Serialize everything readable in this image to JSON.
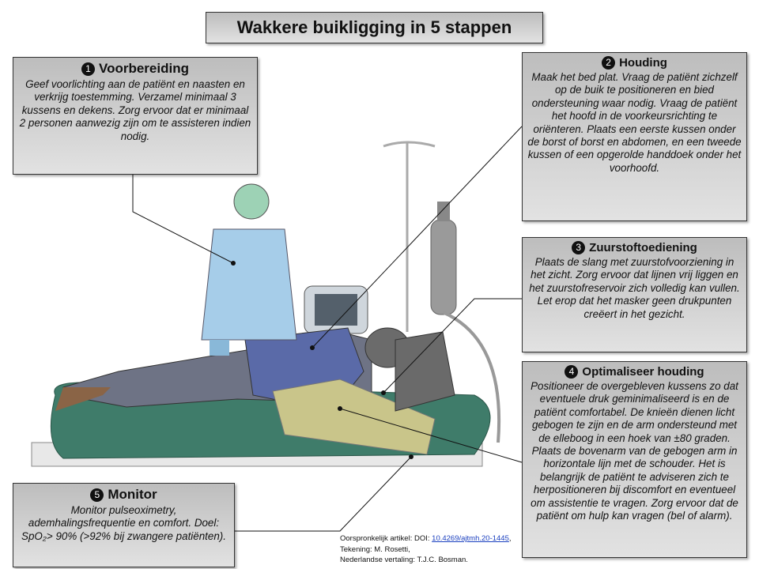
{
  "title": "Wakkere buikligging in 5 stappen",
  "steps": [
    {
      "number": "1",
      "heading": "Voorbereiding",
      "text": "Geef voorlichting aan de patiënt en naasten en verkrijg toestemming. Verzamel minimaal 3 kussens en dekens. Zorg ervoor dat er minimaal 2 personen aanwezig zijn om te assisteren indien nodig."
    },
    {
      "number": "2",
      "heading": "Houding",
      "text": "Maak het bed plat. Vraag de patiënt zichzelf op de buik te positioneren en bied ondersteuning waar nodig. Vraag de patiënt het hoofd in de voorkeursrichting te oriënteren. Plaats een eerste kussen onder de borst of borst en abdomen, en een tweede kussen of een opgerolde handdoek onder het voorhoofd."
    },
    {
      "number": "3",
      "heading": "Zuurstoftoediening",
      "text": "Plaats de slang met zuurstofvoorziening in het zicht. Zorg ervoor dat lijnen vrij liggen en het zuurstofreservoir zich volledig kan vullen. Let erop dat het masker geen drukpunten creëert in het gezicht."
    },
    {
      "number": "4",
      "heading": "Optimaliseer houding",
      "text": "Positioneer de overgebleven kussens zo dat eventuele druk geminimaliseerd is en de patiënt comfortabel. De knieën dienen licht gebogen te zijn en de arm ondersteund met de elleboog in een hoek van ±80 graden. Plaats de bovenarm van de gebogen arm in horizontale lijn met de schouder. Het is belangrijk de patiënt te adviseren zich te herpositioneren bij discomfort en eventueel om assistentie te vragen. Zorg ervoor dat de patiënt om hulp kan vragen (bel of alarm)."
    },
    {
      "number": "5",
      "heading": "Monitor",
      "text": "Monitor pulseoximetry, ademhalingsfrequentie en comfort. Doel: SpO₂> 90% (>92% bij zwangere patiënten)."
    }
  ],
  "credits": {
    "article_label": "Oorspronkelijk artikel: DOI: ",
    "doi": "10.4269/ajtmh.20-1445",
    "doi_suffix": ",",
    "drawing": "Tekening: M. Rosetti,",
    "translation": "Nederlandse vertaling: T.J.C. Bosman."
  }
}
